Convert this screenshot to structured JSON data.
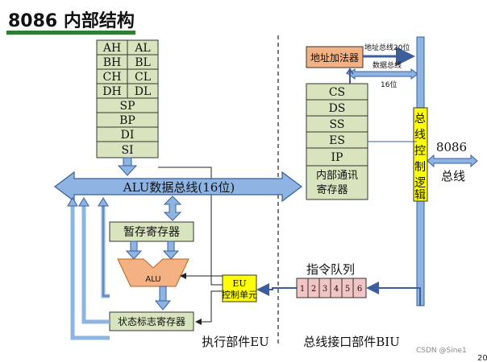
{
  "title": "8086 内部结构",
  "registers": {
    "general_pairs": [
      [
        "AH",
        "AL"
      ],
      [
        "BH",
        "BL"
      ],
      [
        "CH",
        "CL"
      ],
      [
        "DH",
        "DL"
      ]
    ],
    "pointer_index": [
      "SP",
      "BP",
      "DI",
      "SI"
    ]
  },
  "alu_bus_label": "ALU数据总线(16位)",
  "temp_register": "暂存寄存器",
  "alu": "ALU",
  "flags_register": "状态标志寄存器",
  "eu_control": [
    "EU",
    "控制单元"
  ],
  "eu_label": "执行部件EU",
  "biu_label": "总线接口部件BIU",
  "address_adder": "地址加法器",
  "segment_registers": [
    "CS",
    "DS",
    "SS",
    "ES",
    "IP"
  ],
  "internal_comm_registers": [
    "内部通讯",
    "寄存器"
  ],
  "address_bus": "地址总线20位",
  "data_bus": "数据总线",
  "bits16": "16位",
  "bus_control_logic": "总线控制逻辑",
  "bus_8086": [
    "8086",
    "总线"
  ],
  "instruction_queue_label": "指令队列",
  "instruction_queue": [
    "1",
    "2",
    "3",
    "4",
    "5",
    "6"
  ],
  "watermark": "CSDN @Sine1",
  "page_number": "20",
  "colors": {
    "register_fill": "#d7e4bd",
    "bus_blue": "#8eb4e3",
    "bus_stroke": "#3a5f9a",
    "yellow": "#ffff00",
    "orange": "#f4b183",
    "queue_pink": "#f2c4c4",
    "title_underline": "#2e7d32"
  }
}
